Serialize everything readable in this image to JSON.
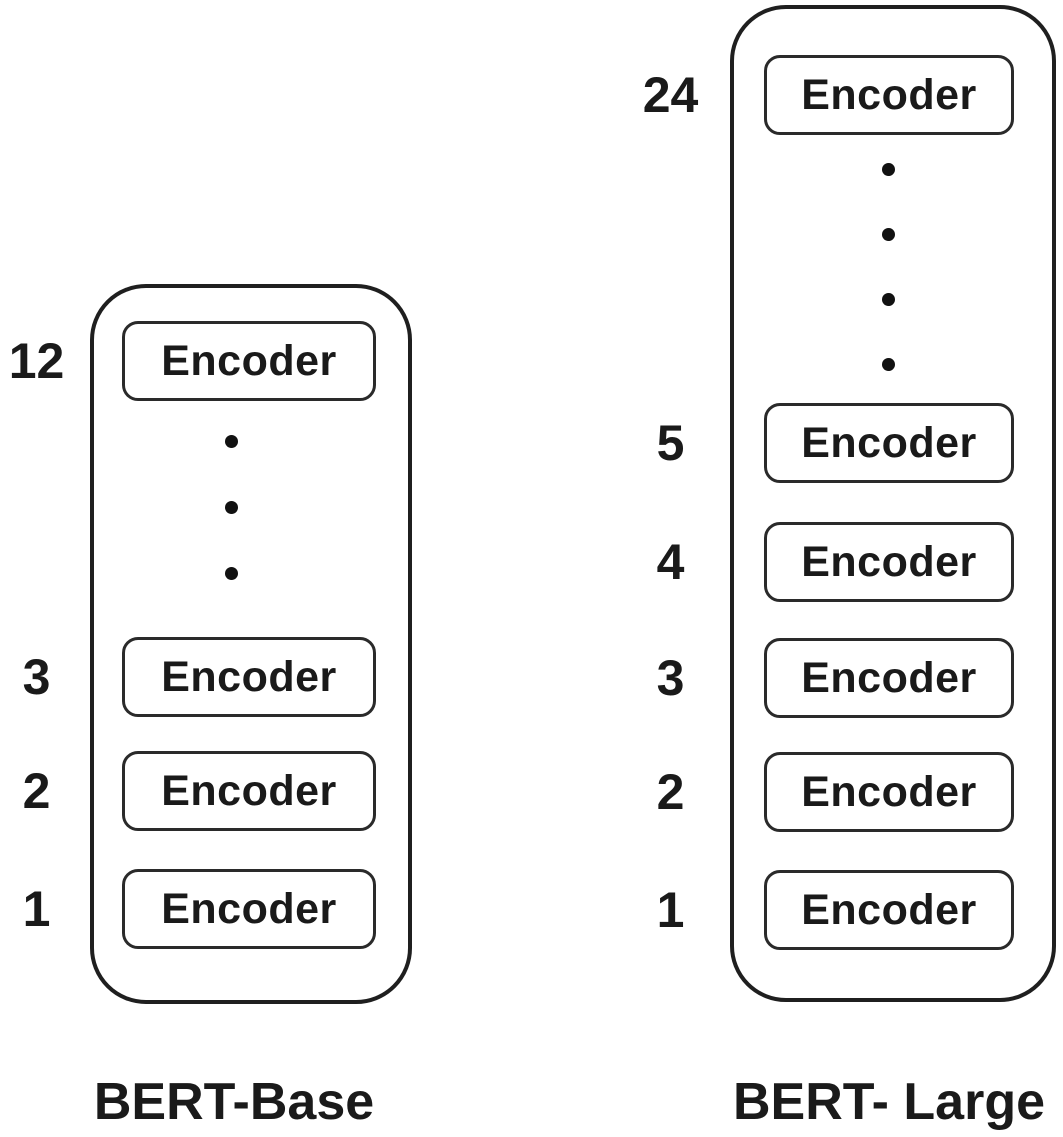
{
  "page": {
    "background_color": "#ffffff",
    "stroke_color": "#1f1f1f",
    "text_color": "#1a1a1a"
  },
  "bert_base": {
    "caption": "BERT-Base",
    "top_layer": {
      "label": "12",
      "text": "Encoder"
    },
    "dots_count": 3,
    "layers": [
      {
        "label": "3",
        "text": "Encoder"
      },
      {
        "label": "2",
        "text": "Encoder"
      },
      {
        "label": "1",
        "text": "Encoder"
      }
    ]
  },
  "bert_large": {
    "caption": "BERT- Large",
    "top_layer": {
      "label": "24",
      "text": "Encoder"
    },
    "dots_count": 4,
    "layers": [
      {
        "label": "5",
        "text": "Encoder"
      },
      {
        "label": "4",
        "text": "Encoder"
      },
      {
        "label": "3",
        "text": "Encoder"
      },
      {
        "label": "2",
        "text": "Encoder"
      },
      {
        "label": "1",
        "text": "Encoder"
      }
    ]
  }
}
